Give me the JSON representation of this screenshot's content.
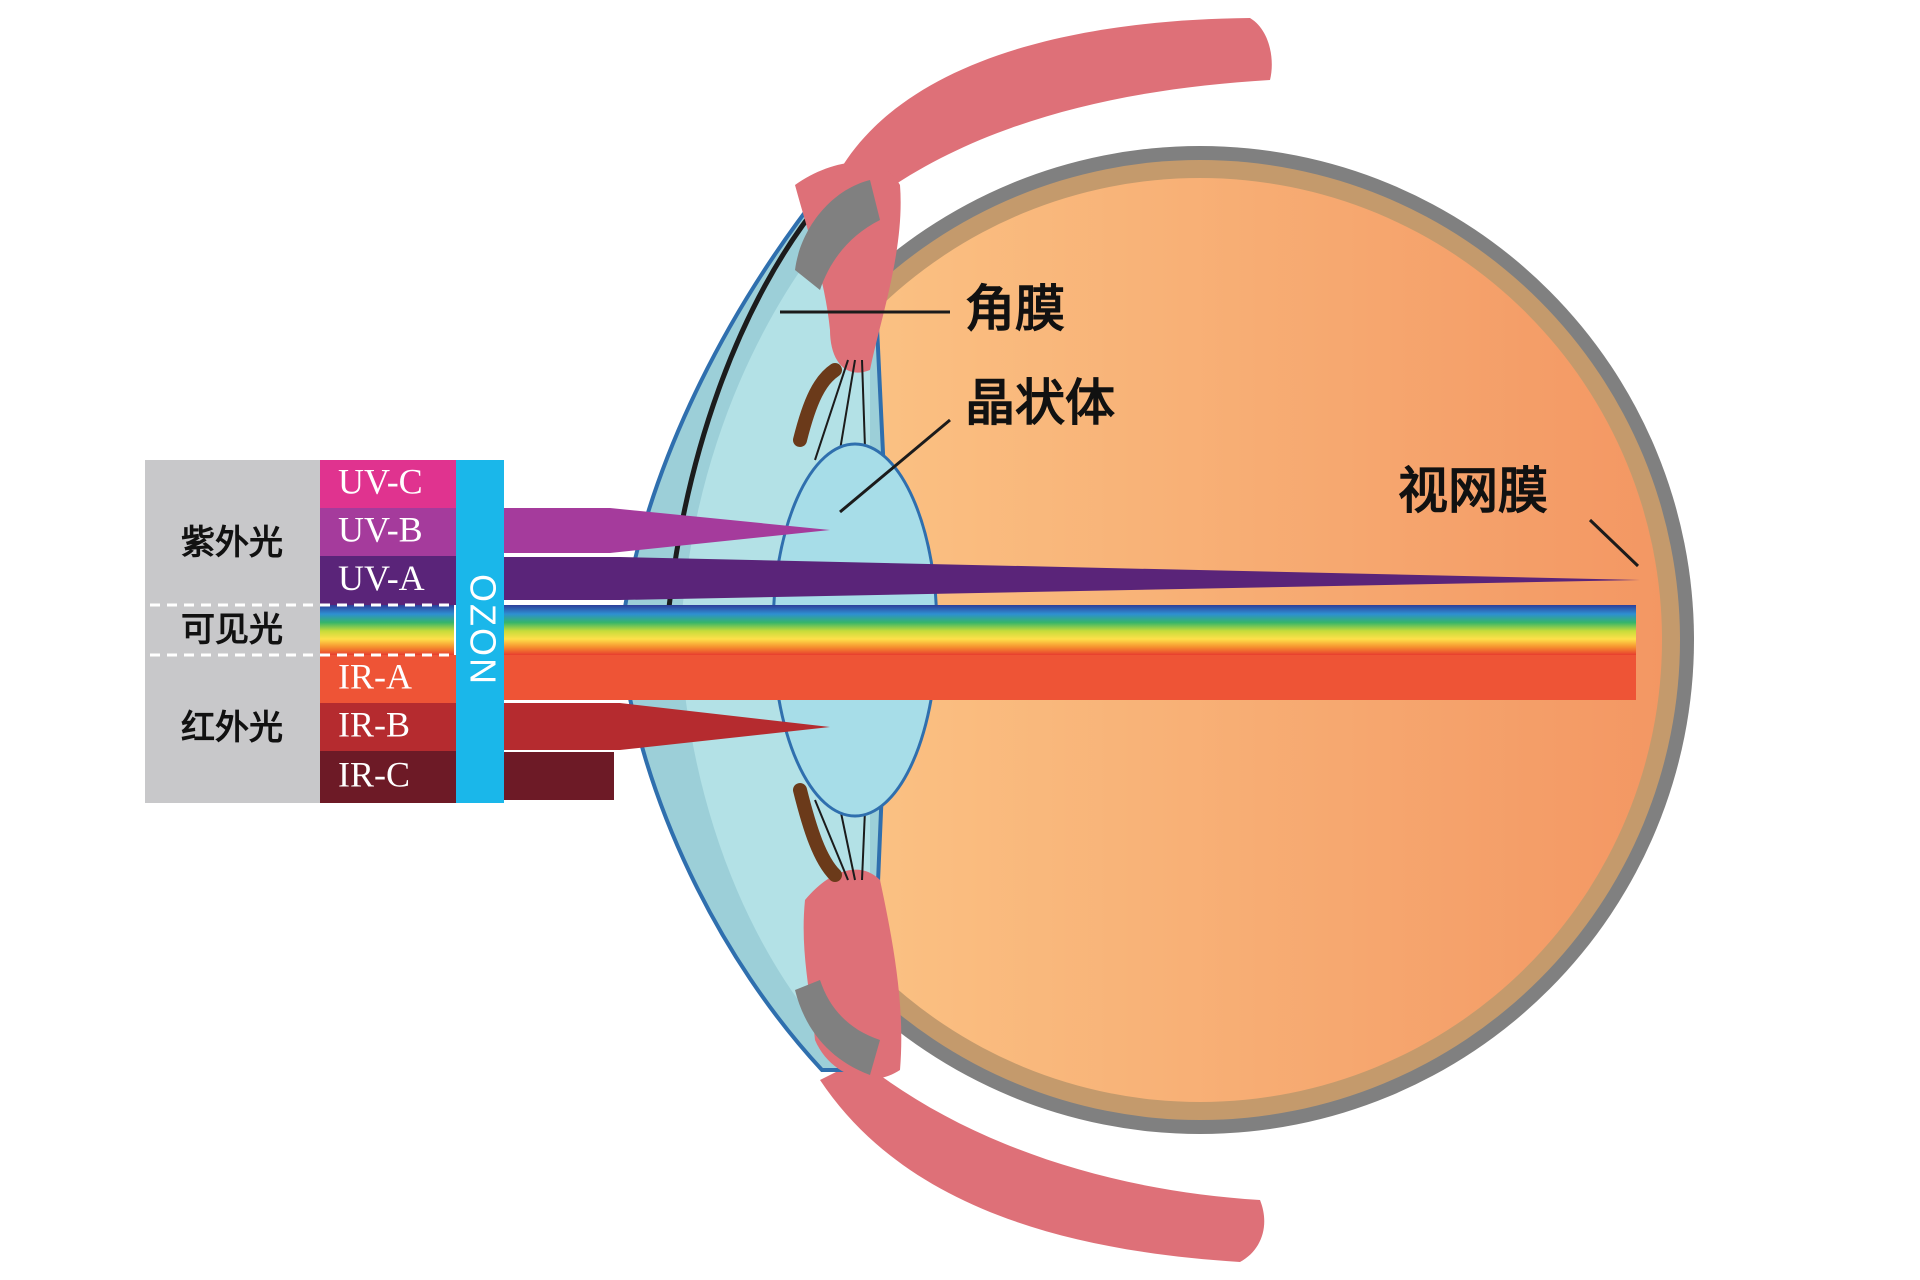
{
  "labels": {
    "cornea": "角膜",
    "lens": "晶状体",
    "retina": "视网膜"
  },
  "categories": {
    "uv": "紫外光",
    "visible": "可见光",
    "ir": "红外光"
  },
  "bands": [
    {
      "id": "uv-c",
      "label": "UV-C",
      "color": "#e0338f"
    },
    {
      "id": "uv-b",
      "label": "UV-B",
      "color": "#a53b9c"
    },
    {
      "id": "uv-a",
      "label": "UV-A",
      "color": "#5a2479"
    },
    {
      "id": "ir-a",
      "label": "IR-A",
      "color": "#ee5436"
    },
    {
      "id": "ir-b",
      "label": "IR-B",
      "color": "#b52b2f"
    },
    {
      "id": "ir-c",
      "label": "IR-C",
      "color": "#6d1a26"
    }
  ],
  "ozone_label": "OZON",
  "colors": {
    "eyeball": "#f5a068",
    "sclera": "#808080",
    "choroid": "#c49a6c",
    "conjunctiva": "#de7078",
    "cornea": "#9ccfd8",
    "lens": "#a7dde8",
    "ozone": "#1ab7ea",
    "category_panel": "#c8c8ca"
  }
}
